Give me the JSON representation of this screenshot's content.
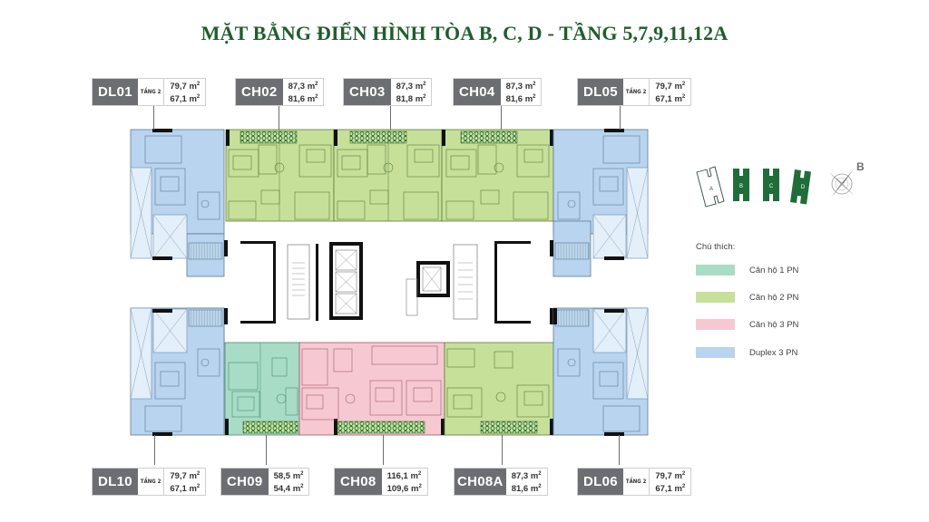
{
  "title": "MẶT BẰNG ĐIỂN HÌNH TÒA B, C, D - TẦNG 5,7,9,11,12A",
  "colors": {
    "title": "#1f5d2c",
    "code_bg": "#6d6e71",
    "one_bed": "#a8dcc6",
    "two_bed": "#c6e09a",
    "three_bed": "#f6c9d2",
    "duplex": "#b9d4ee"
  },
  "units_top": [
    {
      "code": "DL01",
      "floor": "TẦNG 2",
      "area1": "79,7 m",
      "area2": "67,1 m",
      "type": "duplex"
    },
    {
      "code": "CH02",
      "floor": "",
      "area1": "87,3 m",
      "area2": "81,6 m",
      "type": "two_bed"
    },
    {
      "code": "CH03",
      "floor": "",
      "area1": "87,3 m",
      "area2": "81,8 m",
      "type": "two_bed"
    },
    {
      "code": "CH04",
      "floor": "",
      "area1": "87,3 m",
      "area2": "81,6 m",
      "type": "two_bed"
    },
    {
      "code": "DL05",
      "floor": "TẦNG 2",
      "area1": "79,7 m",
      "area2": "67,1 m",
      "type": "duplex"
    }
  ],
  "units_bottom": [
    {
      "code": "DL10",
      "floor": "TẦNG 2",
      "area1": "79,7 m",
      "area2": "67,1 m",
      "type": "duplex"
    },
    {
      "code": "CH09",
      "floor": "",
      "area1": "58,5 m",
      "area2": "54,4 m",
      "type": "one_bed"
    },
    {
      "code": "CH08",
      "floor": "",
      "area1": "116,1 m",
      "area2": "109,6 m",
      "type": "three_bed"
    },
    {
      "code": "CH08A",
      "floor": "",
      "area1": "87,3 m",
      "area2": "81,6 m",
      "type": "two_bed"
    },
    {
      "code": "DL06",
      "floor": "TẦNG 2",
      "area1": "79,7 m",
      "area2": "67,1 m",
      "type": "duplex"
    }
  ],
  "area_unit_sup": "2",
  "key_plan": {
    "blocks": [
      "A",
      "B",
      "C",
      "D"
    ],
    "compass_label": "B"
  },
  "legend": {
    "title": "Chú thích:",
    "items": [
      {
        "label": "Căn hộ 1 PN",
        "color": "#a8dcc6"
      },
      {
        "label": "Căn hộ 2 PN",
        "color": "#c6e09a"
      },
      {
        "label": "Căn hộ 3 PN",
        "color": "#f6c9d2"
      },
      {
        "label": "Duplex 3 PN",
        "color": "#b9d4ee"
      }
    ]
  }
}
